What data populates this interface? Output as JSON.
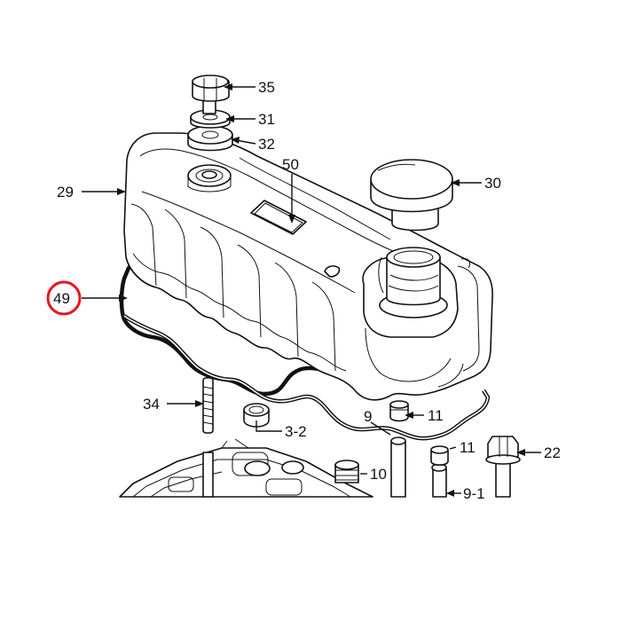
{
  "callouts": [
    {
      "id": "35",
      "text": "35"
    },
    {
      "id": "31",
      "text": "31"
    },
    {
      "id": "32",
      "text": "32"
    },
    {
      "id": "50",
      "text": "50"
    },
    {
      "id": "30",
      "text": "30"
    },
    {
      "id": "29",
      "text": "29"
    },
    {
      "id": "49",
      "text": "49",
      "highlighted": true
    },
    {
      "id": "34",
      "text": "34"
    },
    {
      "id": "3-2",
      "text": "3-2"
    },
    {
      "id": "9",
      "text": "9"
    },
    {
      "id": "11a",
      "text": "11"
    },
    {
      "id": "11b",
      "text": "11"
    },
    {
      "id": "22",
      "text": "22"
    },
    {
      "id": "10",
      "text": "10"
    },
    {
      "id": "9-1",
      "text": "9-1"
    }
  ],
  "highlight_color": "#e8141e"
}
